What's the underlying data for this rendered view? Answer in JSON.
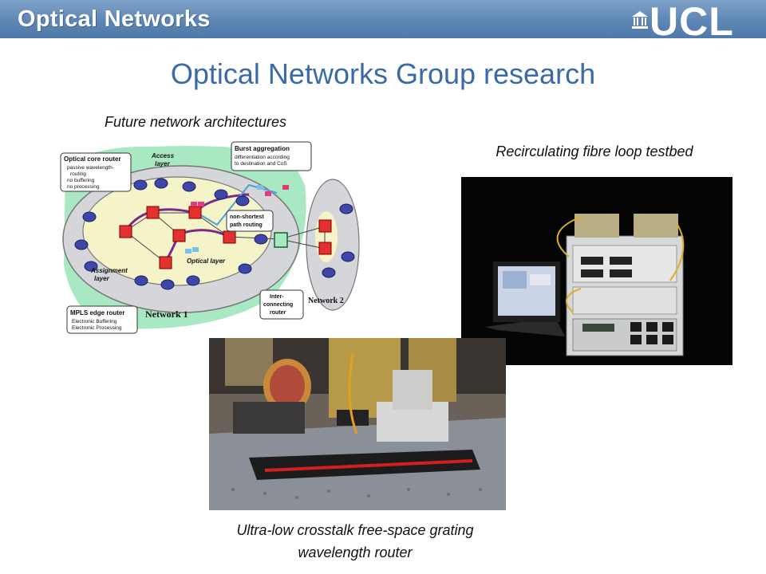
{
  "header": {
    "title": "Optical Networks"
  },
  "logo": {
    "text": "UCL",
    "alt": "UCL portico logo"
  },
  "slide": {
    "title": "Optical Networks Group research"
  },
  "captions": {
    "architectures": "Future network architectures",
    "testbed": "Recirculating fibre loop testbed",
    "router_line1": "Ultra-low crosstalk free-space grating",
    "router_line2": "wavelength router"
  },
  "diagram": {
    "core_router_title": "Optical core router",
    "core_router_items": [
      "passive wavelength-",
      "routing",
      "no buffering",
      "no processing"
    ],
    "access_layer": [
      "Access",
      "layer"
    ],
    "burst_title": "Burst aggregation",
    "burst_items": [
      "differentiation according",
      "to destination and CoS"
    ],
    "nonshortest": [
      "non-shortest",
      "path routing"
    ],
    "optical_layer": "Optical layer",
    "assignment_layer": [
      "Assignment",
      "layer"
    ],
    "edge_router_title": "MPLS edge router",
    "edge_router_items": [
      "Electronic Buffering",
      "Electronic Processing"
    ],
    "network1": "Network 1",
    "network2": "Network 2",
    "interconnect": [
      "Inter-",
      "connecting",
      "router"
    ]
  }
}
